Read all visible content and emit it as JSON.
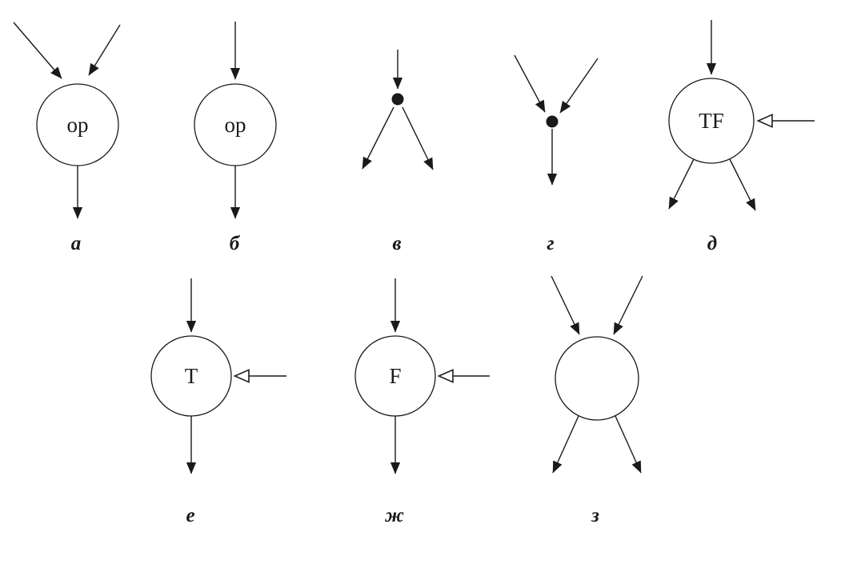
{
  "page": {
    "background": "#ffffff",
    "ink": "#1a1a1a"
  },
  "figures": [
    {
      "id": "a",
      "caption": "а",
      "node_label": "op",
      "node_type": "circle-operator",
      "structure": "two merging input arrows from top, one output arrow down"
    },
    {
      "id": "b",
      "caption": "б",
      "node_label": "op",
      "node_type": "circle-operator",
      "structure": "one input arrow from top, one output arrow down"
    },
    {
      "id": "v",
      "caption": "в",
      "node_label": "",
      "node_type": "dot-copy",
      "structure": "one input arrow from top into filled dot, two diverging output arrows down"
    },
    {
      "id": "g",
      "caption": "г",
      "node_label": "",
      "node_type": "dot-merge",
      "structure": "two converging input arrows from top into filled dot, one output arrow down"
    },
    {
      "id": "d",
      "caption": "д",
      "node_label": "TF",
      "node_type": "circle-switch",
      "structure": "one input arrow from top, hollow-arrow control input from right, two diverging output arrows down"
    },
    {
      "id": "e",
      "caption": "е",
      "node_label": "T",
      "node_type": "circle-gate",
      "structure": "one input arrow from top, hollow-arrow control input from right, one output arrow down"
    },
    {
      "id": "zh",
      "caption": "ж",
      "node_label": "F",
      "node_type": "circle-gate",
      "structure": "one input arrow from top, hollow-arrow control input from right, one output arrow down"
    },
    {
      "id": "z",
      "caption": "з",
      "node_label": "",
      "node_type": "circle-blank",
      "structure": "two converging input arrows from top, two diverging output arrows down"
    }
  ]
}
